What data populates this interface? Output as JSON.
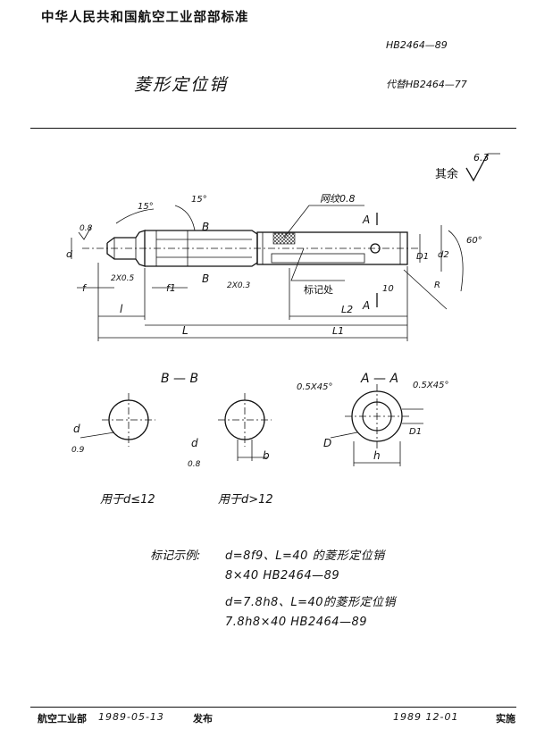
{
  "header": {
    "org": "中华人民共和国航空工业部部标准",
    "std_no": "HB2464—89",
    "title": "菱形定位销",
    "replaces": "代替HB2464—77"
  },
  "drawing": {
    "roughness_rest": "其余",
    "roughness_value": "6.3",
    "knurl": "网纹0.8",
    "angle_15a": "15°",
    "angle_15b": "15°",
    "angle_60": "60°",
    "section_b_top": "B",
    "section_b_bot": "B",
    "section_a_top": "A",
    "section_a_bot": "A",
    "rough_08": "0.8",
    "chamfer_left": "2X0.5",
    "chamfer_mid": "2X0.3",
    "mark_place": "标记处",
    "dim_10": "10",
    "dim_d": "d",
    "dim_d1": "D1",
    "dim_d2": "d2",
    "dim_f": "f",
    "dim_f1": "f1",
    "dim_l": "l",
    "dim_L": "L",
    "dim_L1": "L1",
    "dim_L2": "L2",
    "dim_R": "R",
    "bb_title": "B — B",
    "aa_title": "A — A",
    "aa_chamfer_l": "0.5X45°",
    "aa_chamfer_r": "0.5X45°",
    "sec_d1": "d",
    "sec_r1": "0.9",
    "sec_d2": "d",
    "sec_r2": "0.8",
    "sec_b": "b",
    "sec_D": "D",
    "sec_D1": "D1",
    "sec_h": "h",
    "use_small": "用于d≤12",
    "use_large": "用于d>12"
  },
  "marking": {
    "label": "标记示例:",
    "lines": [
      "d=8f9、L=40 的菱形定位销",
      "8×40  HB2464—89",
      "d=7.8h8、L=40的菱形定位销",
      "7.8h8×40  HB2464—89"
    ]
  },
  "footer": {
    "issuer": "航空工业部",
    "issue_date": "1989-05-13",
    "publish": "发布",
    "impl_date": "1989 12-01",
    "implement": "实施"
  }
}
